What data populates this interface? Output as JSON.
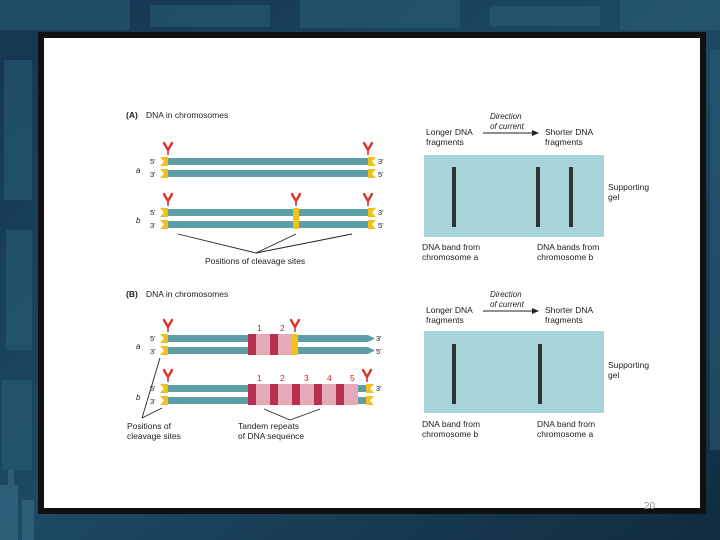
{
  "panel_a": {
    "tag": "(A)",
    "title": "DNA in chromosomes",
    "chrom_a": "a",
    "chrom_b": "b",
    "five_prime": "5'",
    "three_prime": "3'",
    "cleavage_label": "Positions of cleavage sites",
    "direction_line1": "Direction",
    "direction_line2": "of current",
    "longer_line1": "Longer DNA",
    "longer_line2": "fragments",
    "shorter_line1": "Shorter DNA",
    "shorter_line2": "fragments",
    "support_line1": "Supporting",
    "support_line2": "gel",
    "band_left_line1": "DNA band from",
    "band_left_line2": "chromosome a",
    "band_right_line1": "DNA bands from",
    "band_right_line2": "chromosome b"
  },
  "panel_b": {
    "tag": "(B)",
    "title": "DNA in chromosomes",
    "chrom_a": "a",
    "chrom_b": "b",
    "five_prime": "5'",
    "three_prime": "3'",
    "repeat_numbers_a": [
      "1",
      "2"
    ],
    "repeat_numbers_b": [
      "1",
      "2",
      "3",
      "4",
      "5"
    ],
    "cleavage_line1": "Positions of",
    "cleavage_line2": "cleavage sites",
    "tandem_line1": "Tandem repeats",
    "tandem_line2": "of DNA sequence",
    "direction_line1": "Direction",
    "direction_line2": "of current",
    "longer_line1": "Longer DNA",
    "longer_line2": "fragments",
    "shorter_line1": "Shorter DNA",
    "shorter_line2": "fragments",
    "support_line1": "Supporting",
    "support_line2": "gel",
    "band_left_line1": "DNA band from",
    "band_left_line2": "chromosome b",
    "band_right_line1": "DNA band from",
    "band_right_line2": "chromosome a"
  },
  "page_number": "20",
  "colors": {
    "strand": "#5e9ea6",
    "strand_dark": "#3f7f86",
    "site": "#f2c21b",
    "scissors": "#d9342b",
    "gel": "#a8d3d8",
    "band": "#2d3436",
    "repeat_dark": "#b7304f",
    "repeat_light": "#e6a9b8"
  }
}
